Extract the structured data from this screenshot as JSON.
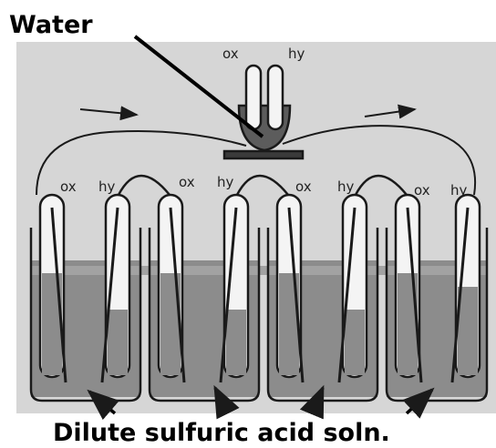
{
  "title_label": "Water",
  "caption": "Dilute sulfuric acid soln.",
  "top_tube_labels": {
    "left": "ox",
    "right": "hy"
  },
  "cells": [
    {
      "left_label": "ox",
      "right_label": "hy"
    },
    {
      "left_label": "ox",
      "right_label": "hy"
    },
    {
      "left_label": "ox",
      "right_label": "hy"
    },
    {
      "left_label": "ox",
      "right_label": "hy"
    }
  ],
  "colors": {
    "background": "#d6d6d6",
    "acid": "#8a8a8a",
    "ink": "#1a1a1a",
    "tube_fill": "#f4f4f4"
  }
}
